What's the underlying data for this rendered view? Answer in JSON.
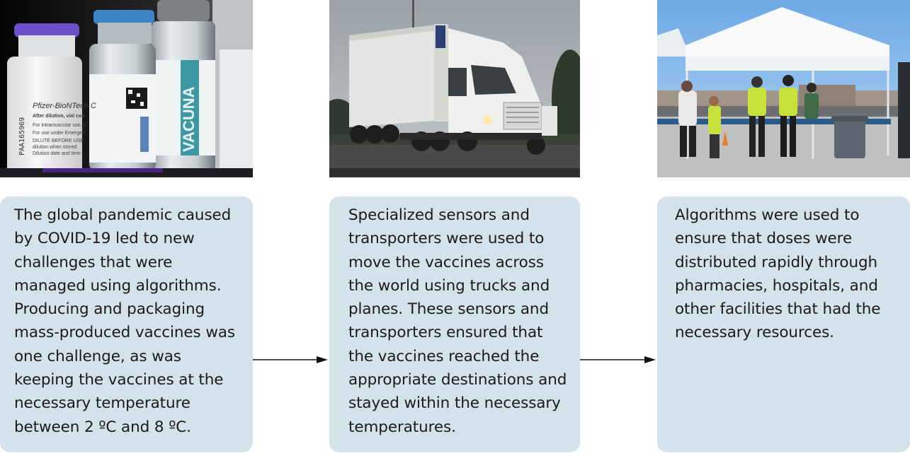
{
  "steps": [
    {
      "image": "vaccine-vials-photo",
      "text": "The global pandemic caused by COVID-19 led to new challenges that were managed using algorithms. Producing and packaging mass-produced vaccines was one challenge, as was keeping the vaccines at the necessary temperature between 2 ºC and 8 ºC."
    },
    {
      "image": "refrigerated-truck-photo",
      "text": "Specialized sensors and transporters were used to move the vaccines across the world using trucks and planes. These sensors and transporters ensured that the vaccines reached the appropriate destinations and stayed within the necessary temperatures."
    },
    {
      "image": "vaccination-site-tent-photo",
      "text": "Algorithms were used to ensure that doses were distributed rapidly through pharmacies, hospitals, and other facilities that had the necessary resources."
    }
  ],
  "photo_labels": {
    "vial_brand": "Pfizer-BioNTech C",
    "vial_line_1": "After dilution, vial con",
    "vial_line_2": "For intramuscular use. C",
    "vial_line_3": "For use under Emergen",
    "vial_line_4": "DILUTE BEFORE USE",
    "vial_line_5": "dilution when stored",
    "vial_line_6": "Dilution date and time",
    "vial_lot": "PAA165969",
    "vial_side": "VACUNA"
  },
  "colors": {
    "card_background": "#d3e2eb",
    "text": "#1a1a1a",
    "arrow": "#111111"
  },
  "icons": [
    "arrow-right-icon",
    "arrow-right-icon"
  ]
}
